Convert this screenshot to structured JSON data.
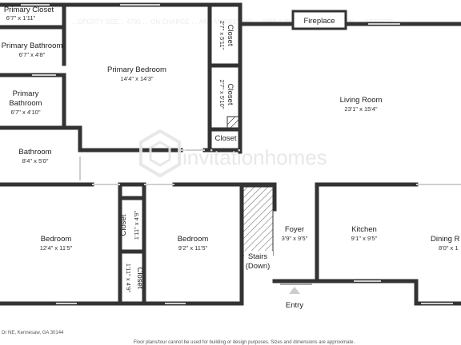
{
  "top_watermark": "…OPERTY SEE… 4795 … ON CHARGE … AND MARKETING … APPLY ONLY ON … LOCATION … WEBSITE",
  "rooms": [
    {
      "id": "primary-closet",
      "name": "Primary Closet",
      "dims": "6'7\" x 1'11\""
    },
    {
      "id": "primary-bathroom",
      "name": "Primary Bathroom",
      "dims": "6'7\" x 4'8\""
    },
    {
      "id": "primary-bedroom",
      "name": "Primary Bedroom",
      "dims": "14'4\" x 14'3\""
    },
    {
      "id": "primary-small",
      "name": "Primary",
      "name2": "Bathroom",
      "dims": "6'7\" x 4'10\""
    },
    {
      "id": "bathroom",
      "name": "Bathroom",
      "dims": "8'4\" x 5'0\""
    },
    {
      "id": "closet-1",
      "name": "Closet",
      "dims": "2'7\" x 5'11\""
    },
    {
      "id": "closet-2",
      "name": "Closet",
      "dims": "2'7\" x 5'10\""
    },
    {
      "id": "closet-3",
      "name": "Closet",
      "dims": ""
    },
    {
      "id": "living-room",
      "name": "Living Room",
      "dims": "23'1\" x 15'4\""
    },
    {
      "id": "fireplace",
      "name": "Fireplace",
      "dims": ""
    },
    {
      "id": "bedroom-1",
      "name": "Bedroom",
      "dims": "12'4\" x 11'5\""
    },
    {
      "id": "closet-4",
      "name": "Closet",
      "dims": "1'11\" x 4'9\""
    },
    {
      "id": "closet-5",
      "name": "Closet",
      "dims": "1'11\" x 4'9\""
    },
    {
      "id": "bedroom-2",
      "name": "Bedroom",
      "dims": "9'2\" x 11'5\""
    },
    {
      "id": "stairs",
      "name": "Stairs",
      "name2": "(Down)",
      "dims": ""
    },
    {
      "id": "foyer",
      "name": "Foyer",
      "dims": "3'9\" x 9'5\""
    },
    {
      "id": "kitchen",
      "name": "Kitchen",
      "dims": "9'1\" x 9'5\""
    },
    {
      "id": "dining",
      "name": "Dining R",
      "dims": "8'0\" x 1"
    },
    {
      "id": "entry",
      "name": "Entry",
      "dims": ""
    }
  ],
  "watermark": {
    "brand": "invitationhomes"
  },
  "footer": {
    "address": "Dr NE, Kennesaw, GA 30144",
    "disclaimer": "Floor plans/tour cannot be used for building or design purposes. Sizes and dimensions are approximate."
  },
  "colors": {
    "wall": "#333333",
    "window": "#cfcfcf",
    "watermark": "#e6e6e6"
  }
}
